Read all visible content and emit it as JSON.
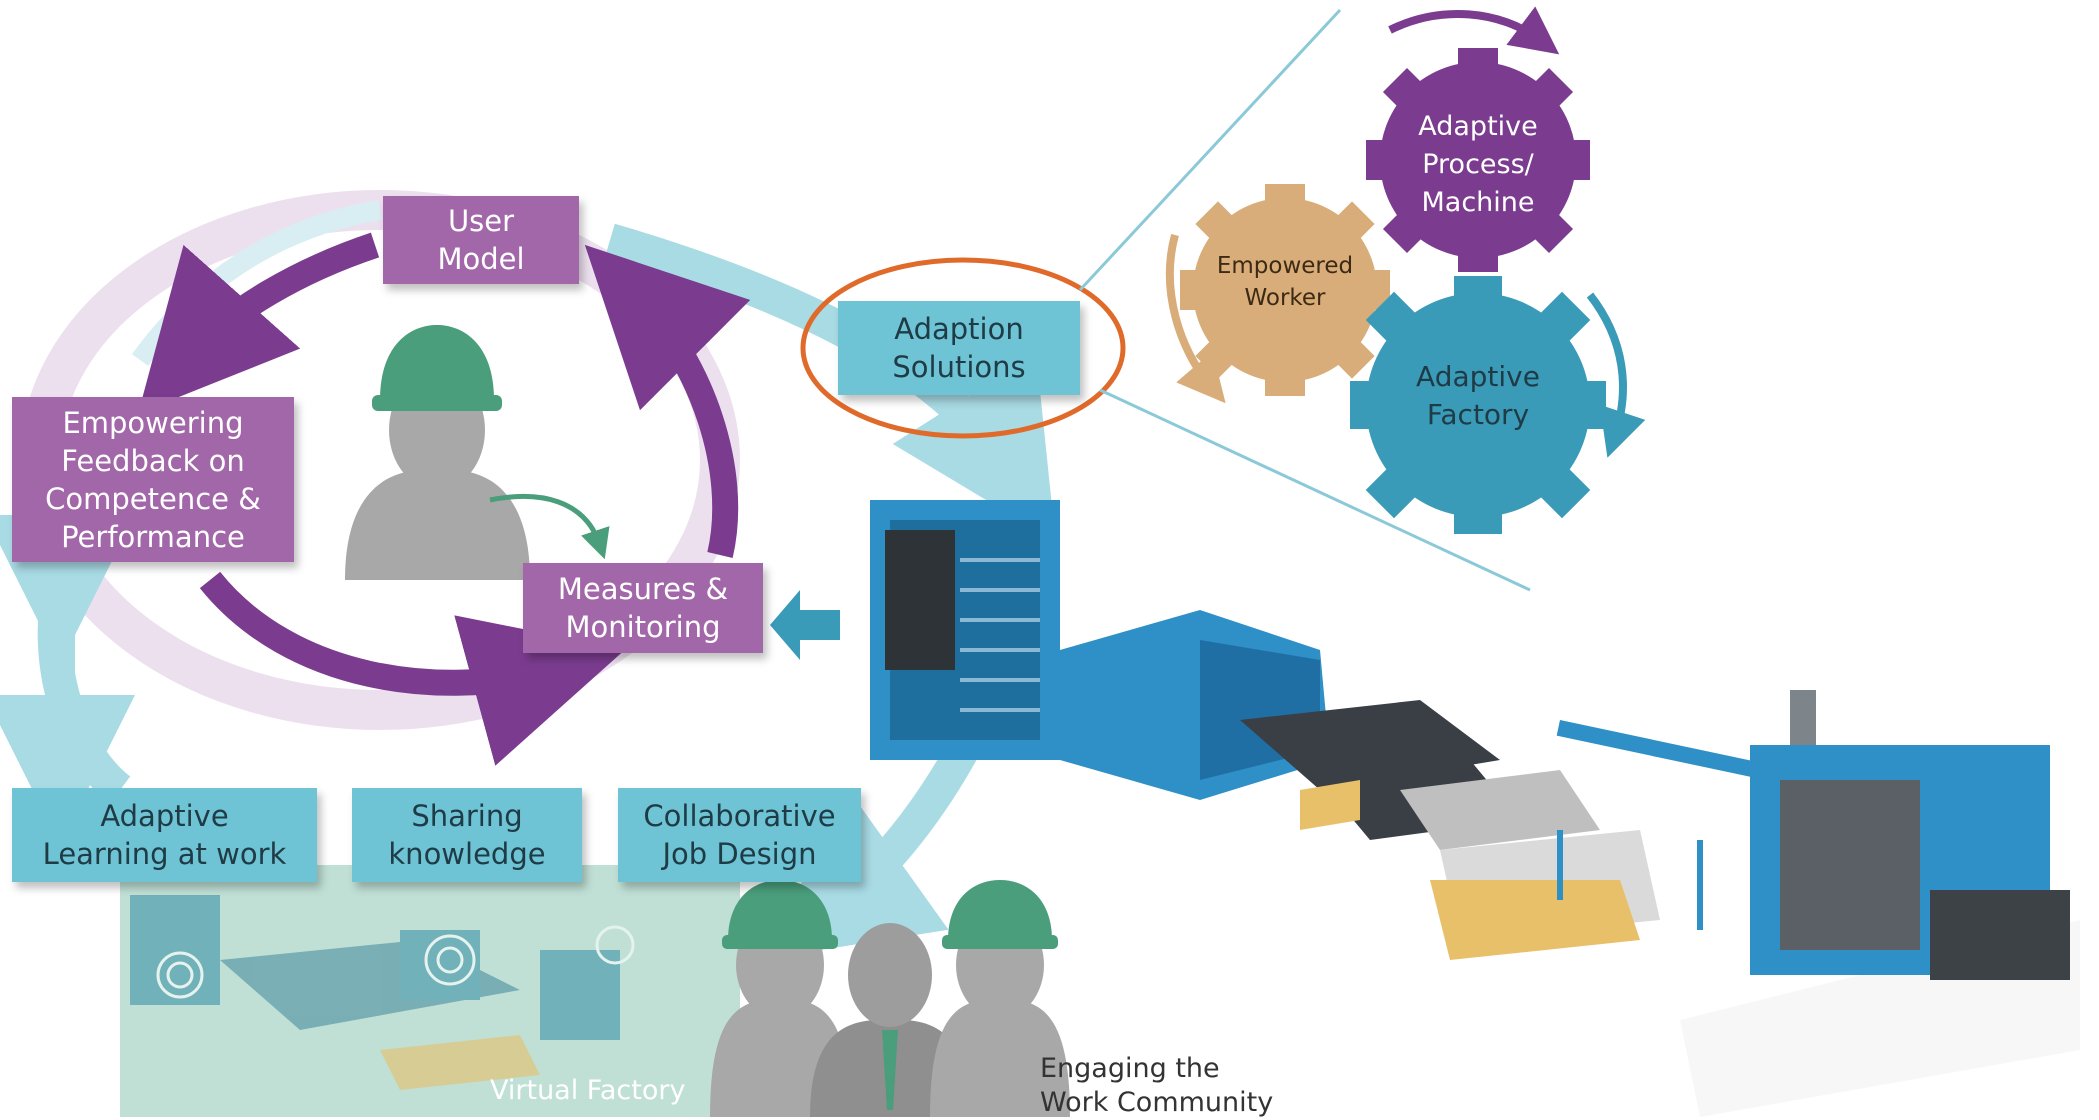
{
  "cycle": {
    "user_model": "User\nModel",
    "empowering_feedback": "Empowering\nFeedback on\nCompetence &\nPerformance",
    "measures_monitoring": "Measures &\nMonitoring",
    "adaption_solutions": "Adaption\nSolutions"
  },
  "gears": {
    "adaptive_process": "Adaptive\nProcess/\nMachine",
    "empowered_worker": "Empowered\nWorker",
    "adaptive_factory": "Adaptive\nFactory"
  },
  "bottom_boxes": {
    "adaptive_learning": "Adaptive\nLearning at work",
    "sharing_knowledge": "Sharing\nknowledge",
    "collaborative_job": "Collaborative\nJob Design"
  },
  "captions": {
    "virtual_factory": "Virtual Factory",
    "engaging_community": "Engaging the\nWork Community"
  },
  "colors": {
    "purple": "#7b3c8f",
    "purple_box": "#a267a9",
    "teal": "#6ec3d4",
    "light_teal": "#a9dbe5",
    "gear_blue": "#3a9bb8",
    "gear_tan": "#d8ad79",
    "helmet_green": "#4a9e7c",
    "person_gray": "#a8a8a8",
    "highlight_orange": "#e06a2a",
    "machine_blue": "#2f8fc7"
  }
}
